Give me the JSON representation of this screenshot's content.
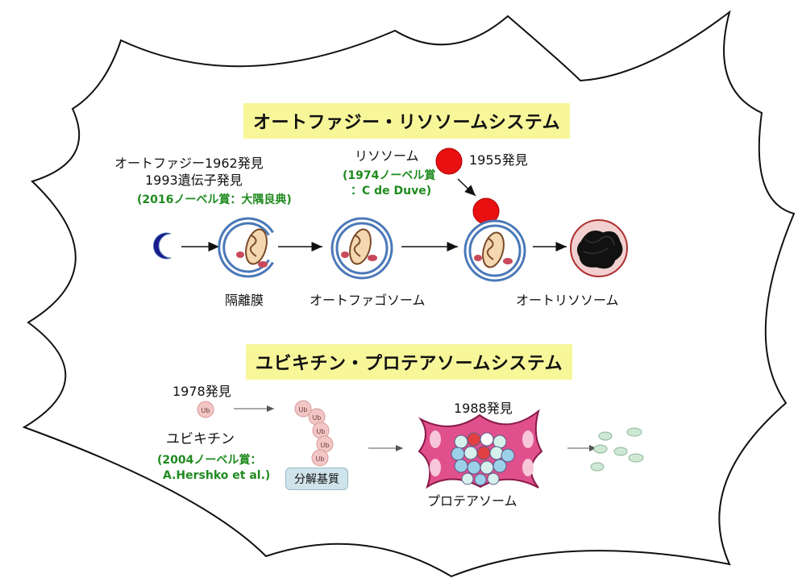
{
  "autophagy": {
    "title": "オートファジー・リソソームシステム",
    "discovery_line1": "オートファジー1962発見",
    "discovery_line2": "1993遺伝子発見",
    "nobel": "(2016ノーベル賞：大隅良典)",
    "lysosome_label": "リソソーム",
    "lysosome_nobel_line1": "(1974ノーベル賞",
    "lysosome_nobel_line2": "：C de Duve)",
    "lysosome_year": "1955発見",
    "stage_isolation": "隔離膜",
    "stage_autophagosome": "オートファゴソーム",
    "stage_autolysosome": "オートリソソーム"
  },
  "ubiquitin": {
    "title": "ユビキチン・プロテアソームシステム",
    "year": "1978発見",
    "ub_tag": "Ub",
    "label": "ユビキチン",
    "nobel_line1": "(2004ノーベル賞：",
    "nobel_line2": "A.Hershko et al.)",
    "substrate": "分解基質",
    "proteasome_year": "1988発見",
    "proteasome_label": "プロテアソーム"
  },
  "colors": {
    "title_bg": "#f7f79a",
    "green_text": "#1f8a1f",
    "membrane_blue": "#4a78b8",
    "lysosome_red": "#e81010",
    "proteasome_pink": "#e0508c",
    "ub_pink": "#f3c6c6",
    "peptide_green": "#cfe8d4"
  }
}
